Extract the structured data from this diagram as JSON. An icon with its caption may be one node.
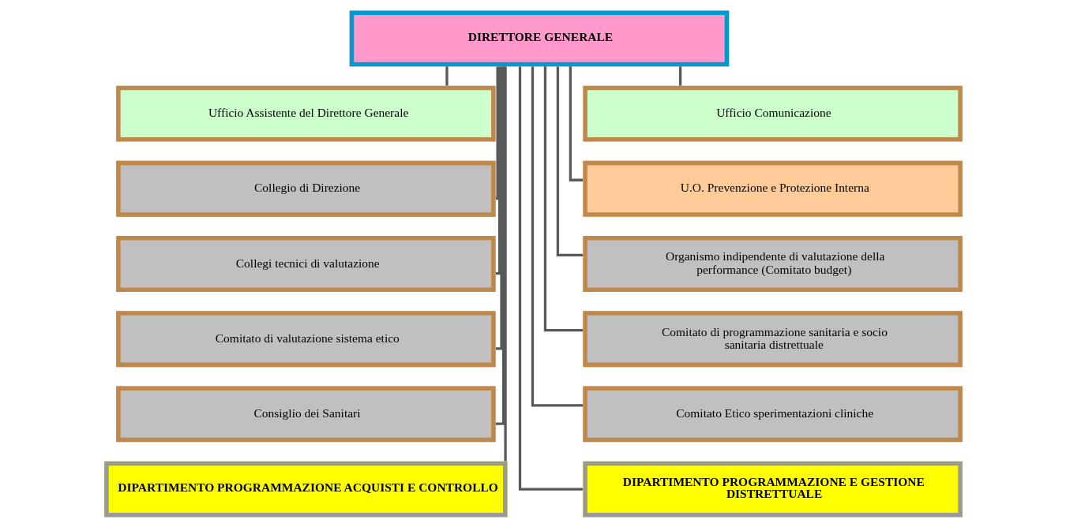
{
  "diagram": {
    "nodes": [
      {
        "text": [
          "DIRETTORE GENERALE"
        ]
      },
      {
        "text": [
          "Ufficio Assistente del Direttore Generale"
        ]
      },
      {
        "text": [
          "Ufficio Comunicazione"
        ]
      },
      {
        "text": [
          "Collegio di Direzione"
        ]
      },
      {
        "text": [
          "U.O. Prevenzione e Protezione Interna"
        ]
      },
      {
        "text": [
          "Collegi tecnici di valutazione"
        ]
      },
      {
        "text": [
          "Organismo indipendente di valutazione della performance (Comitato budget)"
        ]
      },
      {
        "text": [
          "Comitato di valutazione sistema etico"
        ]
      },
      {
        "text": [
          "Comitato di programmazione sanitaria e socio sanitaria distrettuale"
        ]
      },
      {
        "text": [
          "Consiglio dei Sanitari"
        ]
      },
      {
        "text": [
          "Comitato Etico sperimentazioni cliniche"
        ]
      },
      {
        "text": [
          "DIPARTIMENTO PROGRAMMAZIONE ACQUISTI E CONTROLLO"
        ]
      },
      {
        "text": [
          "DIPARTIMENTO PROGRAMMAZIONE E GESTIONE DISTRETTUALE"
        ]
      }
    ],
    "edges": [
      {
        "from": 0,
        "to": 1,
        "arrow": "none"
      },
      {
        "from": 0,
        "to": 2,
        "arrow": "none"
      },
      {
        "from": 0,
        "to": 3,
        "arrow": "none"
      },
      {
        "from": 0,
        "to": 4,
        "arrow": "none"
      },
      {
        "from": 0,
        "to": 5,
        "arrow": "none"
      },
      {
        "from": 0,
        "to": 6,
        "arrow": "none"
      },
      {
        "from": 0,
        "to": 7,
        "arrow": "none"
      },
      {
        "from": 0,
        "to": 8,
        "arrow": "none"
      },
      {
        "from": 0,
        "to": 9,
        "arrow": "none"
      },
      {
        "from": 0,
        "to": 10,
        "arrow": "none"
      },
      {
        "from": 0,
        "to": 11,
        "arrow": "none"
      },
      {
        "from": 0,
        "to": 12,
        "arrow": "none"
      }
    ]
  }
}
